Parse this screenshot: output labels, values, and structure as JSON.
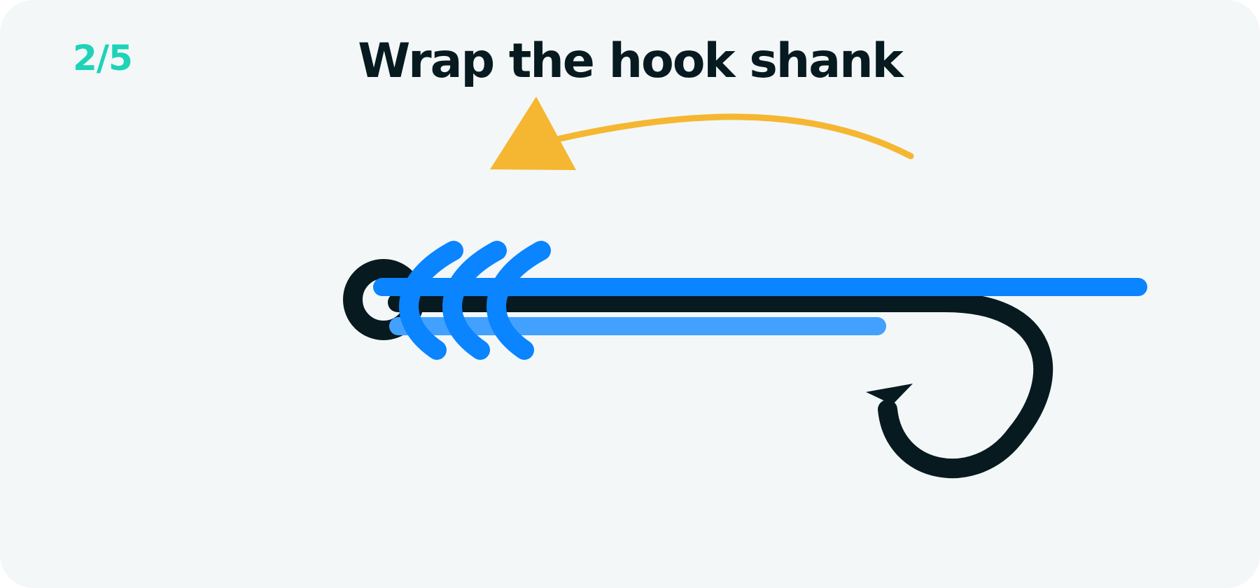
{
  "step": {
    "counter": "2/5"
  },
  "title": "Wrap the hook shank",
  "colors": {
    "background": "#f3f7f8",
    "accent_counter": "#1dd3b8",
    "hook": "#071a20",
    "line_main": "#0a84ff",
    "line_tag": "#42a1ff",
    "arrow": "#f5b731"
  },
  "icons": {
    "direction_arrow": "curved-arrow-left",
    "hook": "fish-hook"
  },
  "wraps": {
    "count": 3
  }
}
